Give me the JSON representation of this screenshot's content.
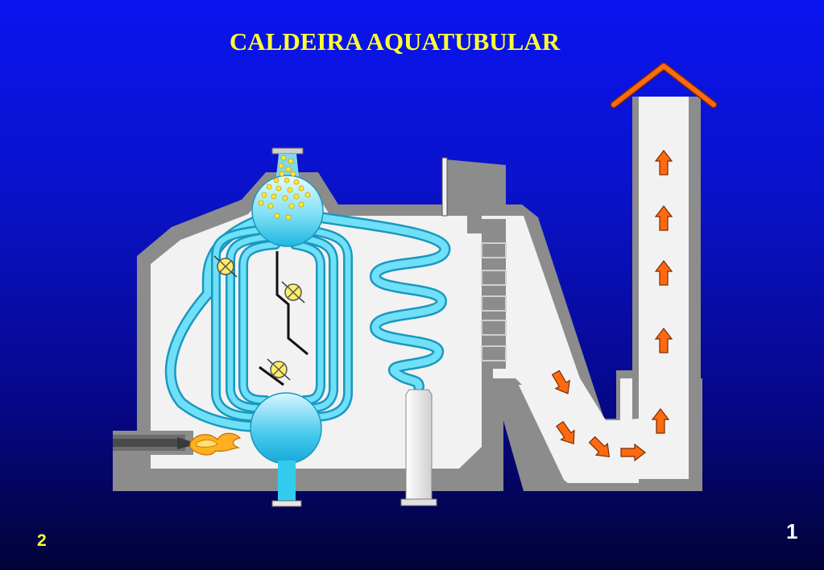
{
  "title": "CALDEIRA AQUATUBULAR",
  "slide_number": "2",
  "page_number": "1",
  "colors": {
    "background_top": "#0a14f0",
    "background_bottom": "#020238",
    "title": "#ffff33",
    "wall": "#8c8c8c",
    "chamber": "#f2f2f2",
    "water": "#33ccee",
    "arrow": "#ff6a10",
    "flame": "#ffb020"
  },
  "icons": [
    "flow-arrow-icon",
    "valve-icon",
    "flame-icon",
    "chimney-cap-icon"
  ]
}
